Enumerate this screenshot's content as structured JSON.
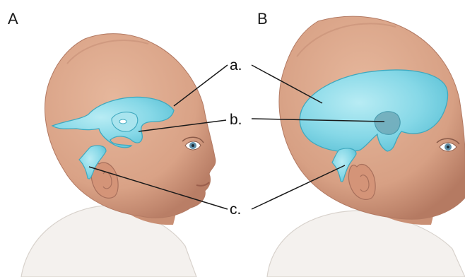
{
  "panels": [
    {
      "id": "A",
      "label": "A"
    },
    {
      "id": "B",
      "label": "B"
    }
  ],
  "callouts": [
    {
      "id": "a",
      "label": "a."
    },
    {
      "id": "b",
      "label": "b."
    },
    {
      "id": "c",
      "label": "c."
    }
  ],
  "colors": {
    "skin": "#d9a286",
    "skin_shadow": "#b97e66",
    "ventricle": "#7fd6e6",
    "ventricle_edge": "#3fa9bf",
    "clothing": "#f4f1ee",
    "eye": "#5f8fa8",
    "line": "#1a1a1a"
  }
}
